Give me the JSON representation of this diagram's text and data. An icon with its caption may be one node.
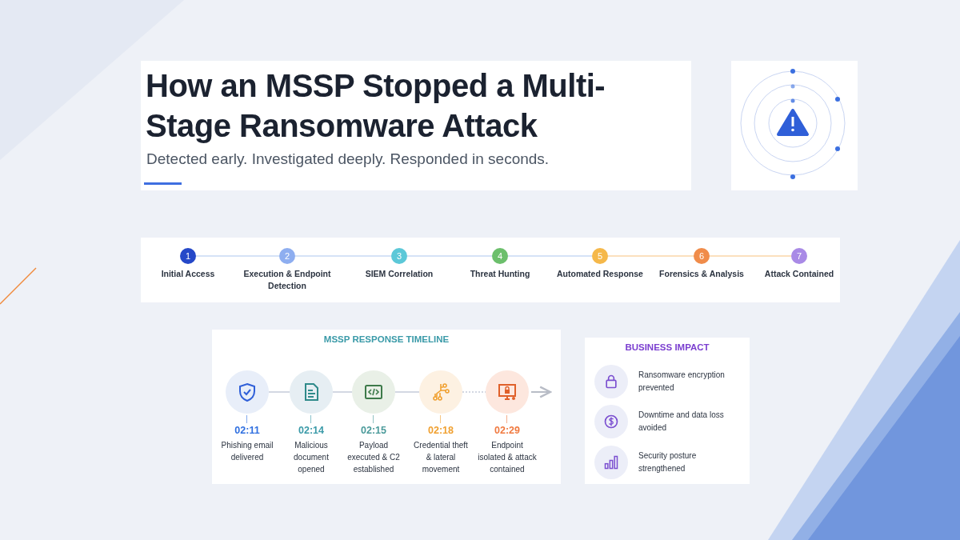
{
  "diagram": {
    "title": "How an MSSP Stopped a Multi-Stage Ransomware Attack",
    "nodes": [
      {
        "text": [
          "1",
          "Initial Access"
        ]
      },
      {
        "text": [
          "2",
          "Execution & Endpoint Detection"
        ]
      },
      {
        "text": [
          "3",
          "SIEM Correlation"
        ]
      },
      {
        "text": [
          "4",
          "Threat Hunting"
        ]
      },
      {
        "text": [
          "5",
          "Automated Response"
        ]
      },
      {
        "text": [
          "6",
          "Forensics & Analysis"
        ]
      },
      {
        "text": [
          "7",
          "Attack Contained"
        ]
      },
      {
        "text": [
          "MSSP RESPONSE TIMELINE"
        ]
      },
      {
        "text": [
          "02:11",
          "Phishing email delivered"
        ],
        "in": 7
      },
      {
        "text": [
          "02:14",
          "Malicious document opened"
        ],
        "in": 7
      },
      {
        "text": [
          "02:15",
          "Payload executed & C2 established"
        ],
        "in": 7
      },
      {
        "text": [
          "02:18",
          "Credential theft & lateral movement"
        ],
        "in": 7
      },
      {
        "text": [
          "02:29",
          "Endpoint isolated & attack contained"
        ],
        "in": 7
      },
      {
        "text": [
          "BUSINESS IMPACT"
        ]
      },
      {
        "text": [
          "Ransomware encryption prevented"
        ],
        "in": 13
      },
      {
        "text": [
          "Downtime and data loss avoided"
        ],
        "in": 13
      },
      {
        "text": [
          "Security posture strengthened"
        ],
        "in": 13
      }
    ],
    "edges": [
      {
        "from": 0,
        "to": 1,
        "arrow": "none"
      },
      {
        "from": 1,
        "to": 2,
        "arrow": "none"
      },
      {
        "from": 2,
        "to": 3,
        "arrow": "none"
      },
      {
        "from": 3,
        "to": 4,
        "arrow": "none"
      },
      {
        "from": 4,
        "to": 5,
        "arrow": "none",
        "color": "#fbd6a8"
      },
      {
        "from": 5,
        "to": 6,
        "arrow": "none",
        "color": "#fbd6a8"
      },
      {
        "from": 8,
        "to": 9,
        "arrow": "none"
      },
      {
        "from": 9,
        "to": 10,
        "arrow": "none"
      },
      {
        "from": 10,
        "to": 11,
        "arrow": "none"
      },
      {
        "from": 11,
        "to": 12,
        "arrow": "none",
        "style": "dashed"
      },
      {
        "from": 12,
        "to": null,
        "arrow": "to",
        "color": "#b8bcc6"
      }
    ],
    "labels": [
      "Detected early. Investigated deeply. Responded in seconds."
    ]
  }
}
